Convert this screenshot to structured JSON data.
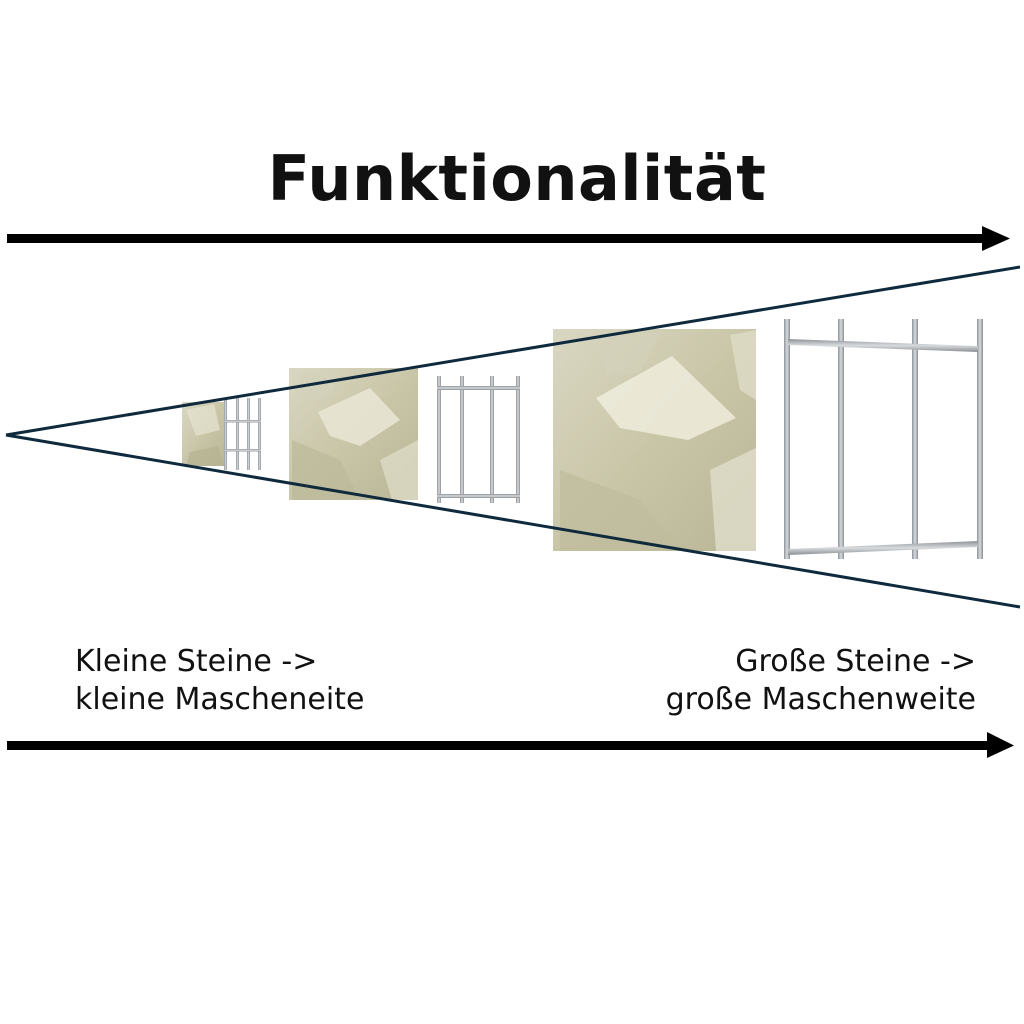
{
  "title": "Funktionalität",
  "colors": {
    "arrow": "#000000",
    "cone": "#0f2a3d",
    "stone": "#cfccb0",
    "mesh": "#a8acb0"
  },
  "top_arrow": {
    "icon": "arrow-right-icon"
  },
  "bottom_arrow": {
    "icon": "arrow-right-icon"
  },
  "cone": {
    "items": [
      {
        "type": "stones",
        "size": "small"
      },
      {
        "type": "mesh",
        "size": "small"
      },
      {
        "type": "stones",
        "size": "medium"
      },
      {
        "type": "mesh",
        "size": "medium"
      },
      {
        "type": "stones",
        "size": "large"
      },
      {
        "type": "mesh",
        "size": "large"
      }
    ]
  },
  "captions": {
    "left": {
      "line1": "Kleine Steine ->",
      "line2": "kleine Mascheneite"
    },
    "right": {
      "line1": "Große Steine ->",
      "line2": "große Maschenweite"
    }
  }
}
